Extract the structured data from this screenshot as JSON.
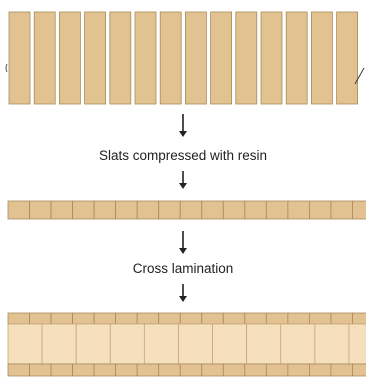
{
  "steps": [
    {
      "caption": "Slats compressed with resin"
    },
    {
      "caption": "Cross lamination"
    }
  ],
  "colors": {
    "slat_fill": "#e2c290",
    "slat_stroke": "#a98a5c",
    "core_fill": "#f5dfbc",
    "core_stroke": "#c8a877",
    "arrow": "#222222",
    "background": "#ffffff"
  },
  "counts": {
    "vertical_slats": 14,
    "compressed_segments": 17,
    "laminate_face_segments": 17,
    "laminate_core_blocks": 11
  }
}
